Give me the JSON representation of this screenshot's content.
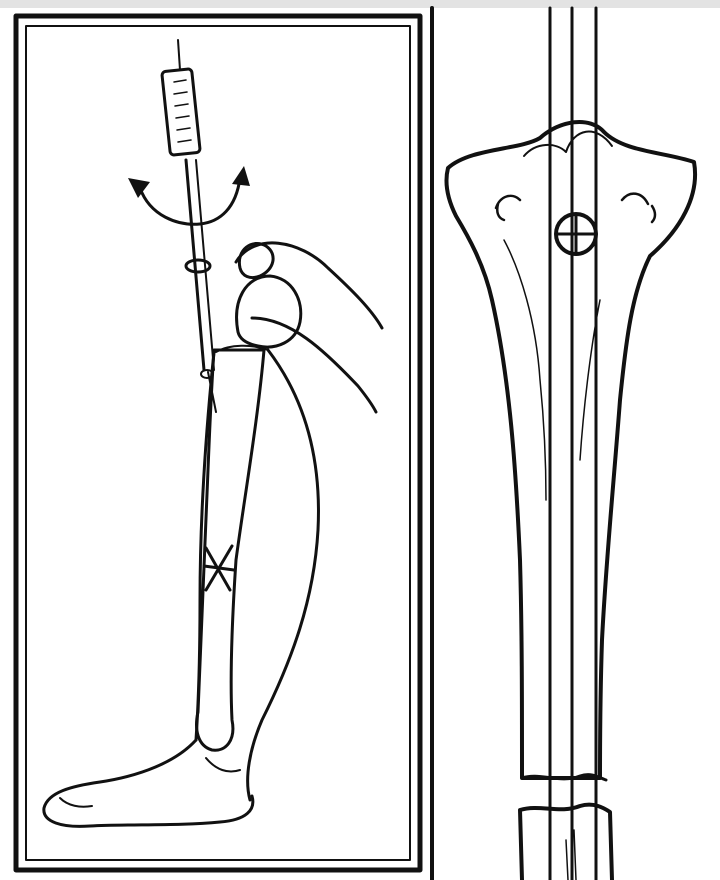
{
  "figure": {
    "panels": [
      {
        "id": "left",
        "subject": "lower-leg-lateral-view-with-guide-wire"
      },
      {
        "id": "right",
        "subject": "tibia-frontal-view-with-guide-wire"
      }
    ]
  },
  "colors": {
    "ink": "#111111",
    "background": "#ffffff",
    "top_strip": "#e3e3e3"
  },
  "icons": [
    "rotation-arrow-icon",
    "crosshair-target-icon"
  ]
}
